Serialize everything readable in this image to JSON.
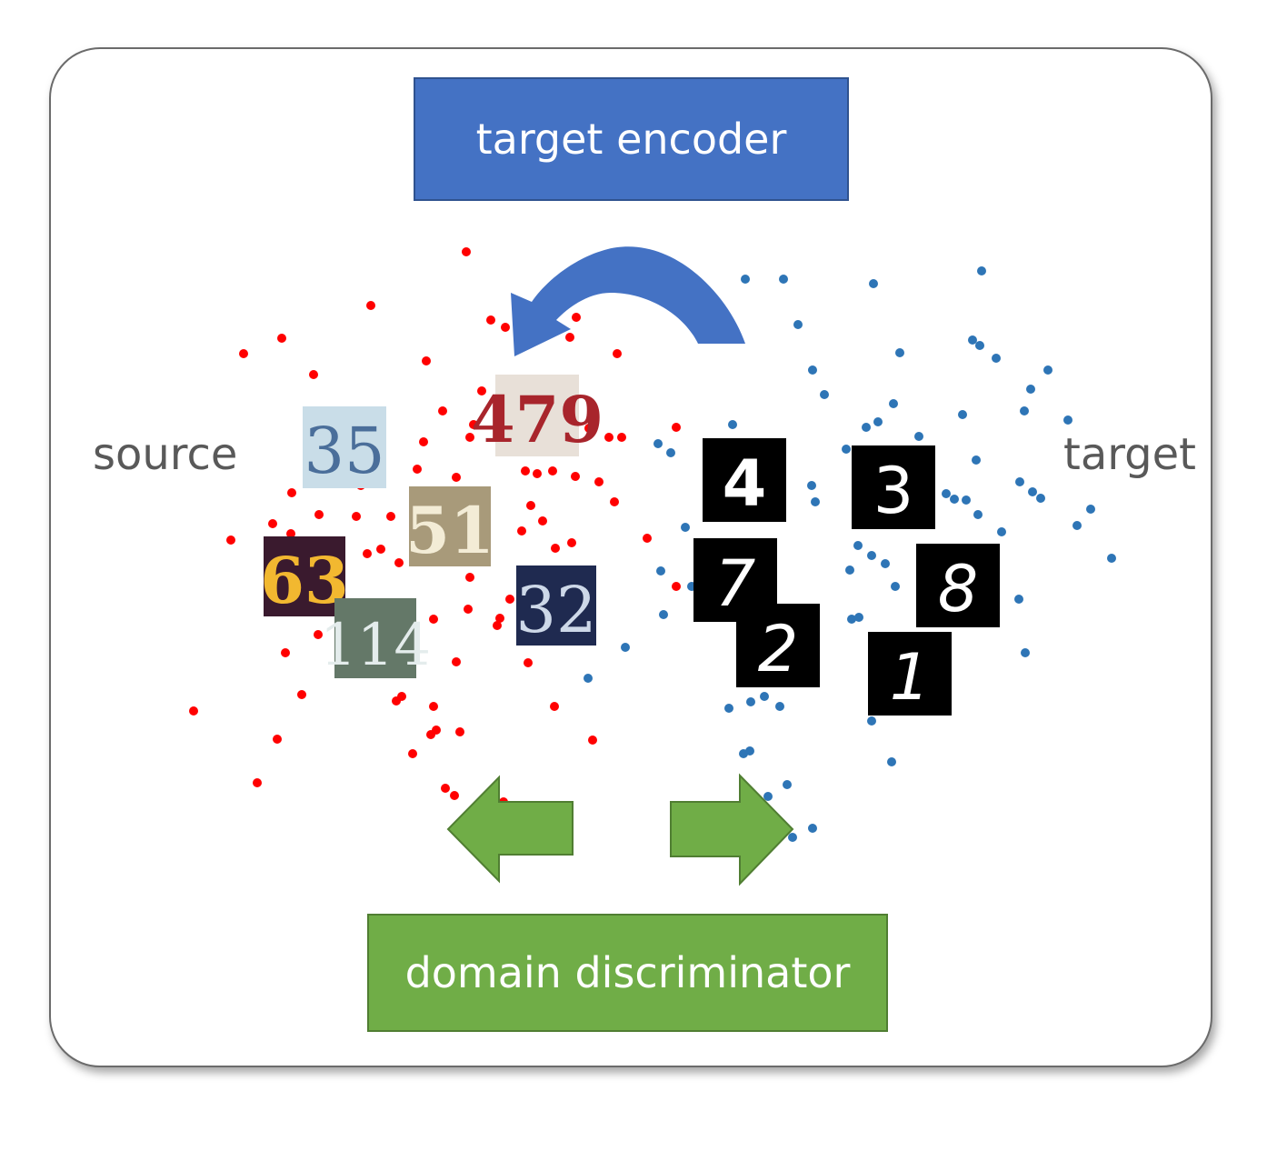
{
  "labels": {
    "encoder": "target encoder",
    "discriminator": "domain discriminator",
    "source": "source",
    "target": "target"
  },
  "colors": {
    "source_points": "#ff0000",
    "target_points": "#2e75b6",
    "encoder_fill": "#4472c4",
    "discriminator_fill": "#70ad47",
    "mnist_bg": "#000000"
  },
  "source_digits": [
    "35",
    "479",
    "51",
    "63",
    "114",
    "32"
  ],
  "target_digits": [
    "4",
    "3",
    "7",
    "8",
    "2",
    "1"
  ]
}
